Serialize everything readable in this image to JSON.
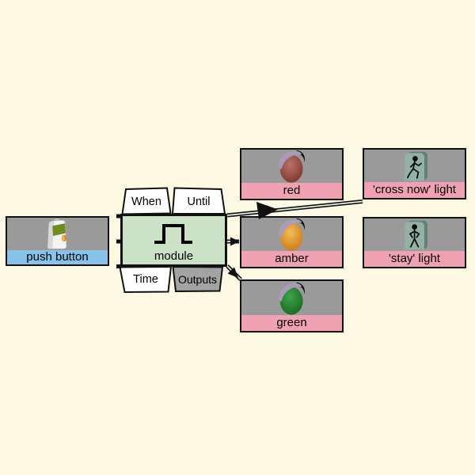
{
  "background": "#fdf9e3",
  "palette": {
    "block_gray": "#9a9a9a",
    "label_pink": "#f0a2b2",
    "label_blue": "#87c3e9",
    "module_green": "#cbe2c6",
    "tab_white": "#ffffff",
    "tab_gray": "#a3a3a3",
    "wire_core": "#e4efe0",
    "border_black": "#111111",
    "light_box_teal": "#92b2a5",
    "light_box_shadow": "#617f76",
    "bulb_cap_lavender": "#a99cba"
  },
  "push_button": {
    "label": "push button"
  },
  "module": {
    "label": "module",
    "tabs_top": [
      {
        "label": "When"
      },
      {
        "label": "Until"
      }
    ],
    "tabs_bottom": [
      {
        "label": "Time"
      },
      {
        "label": "Outputs"
      }
    ]
  },
  "outputs": [
    {
      "label": "red",
      "bulb_light": "#bc7268",
      "bulb_dark": "#7e362c"
    },
    {
      "label": "amber",
      "bulb_light": "#f2bc58",
      "bulb_dark": "#c97b14"
    },
    {
      "label": "green",
      "bulb_light": "#3fa349",
      "bulb_dark": "#156b21"
    }
  ],
  "lights": [
    {
      "label": "'cross now' light",
      "figure": "walking"
    },
    {
      "label": "'stay' light",
      "figure": "standing"
    }
  ]
}
